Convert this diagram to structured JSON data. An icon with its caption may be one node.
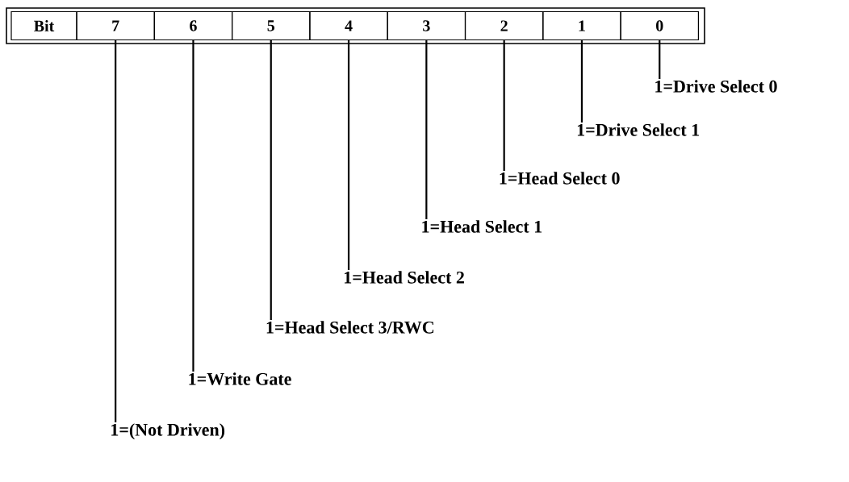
{
  "diagram": {
    "nodes": [
      {
        "text": [
          "Bit"
        ]
      },
      {
        "text": [
          "7"
        ]
      },
      {
        "text": [
          "6"
        ]
      },
      {
        "text": [
          "5"
        ]
      },
      {
        "text": [
          "4"
        ]
      },
      {
        "text": [
          "3"
        ]
      },
      {
        "text": [
          "2"
        ]
      },
      {
        "text": [
          "1"
        ]
      },
      {
        "text": [
          "0"
        ]
      },
      {
        "text": [
          "1=Drive Select 0"
        ]
      },
      {
        "text": [
          "1=Drive Select 1"
        ]
      },
      {
        "text": [
          "1=Head Select 0"
        ]
      },
      {
        "text": [
          "1=Head Select 1"
        ]
      },
      {
        "text": [
          "1=Head Select 2"
        ]
      },
      {
        "text": [
          "1=Head Select 3/RWC"
        ]
      },
      {
        "text": [
          "1=Write Gate"
        ]
      },
      {
        "text": [
          "1=(Not Driven)"
        ]
      }
    ],
    "edges": [
      {
        "from": 8,
        "to": 9,
        "arrow": "none"
      },
      {
        "from": 7,
        "to": 10,
        "arrow": "none"
      },
      {
        "from": 6,
        "to": 11,
        "arrow": "none"
      },
      {
        "from": 5,
        "to": 12,
        "arrow": "none"
      },
      {
        "from": 4,
        "to": 13,
        "arrow": "none"
      },
      {
        "from": 3,
        "to": 14,
        "arrow": "none"
      },
      {
        "from": 2,
        "to": 15,
        "arrow": "none"
      },
      {
        "from": 1,
        "to": 16,
        "arrow": "none"
      }
    ]
  }
}
